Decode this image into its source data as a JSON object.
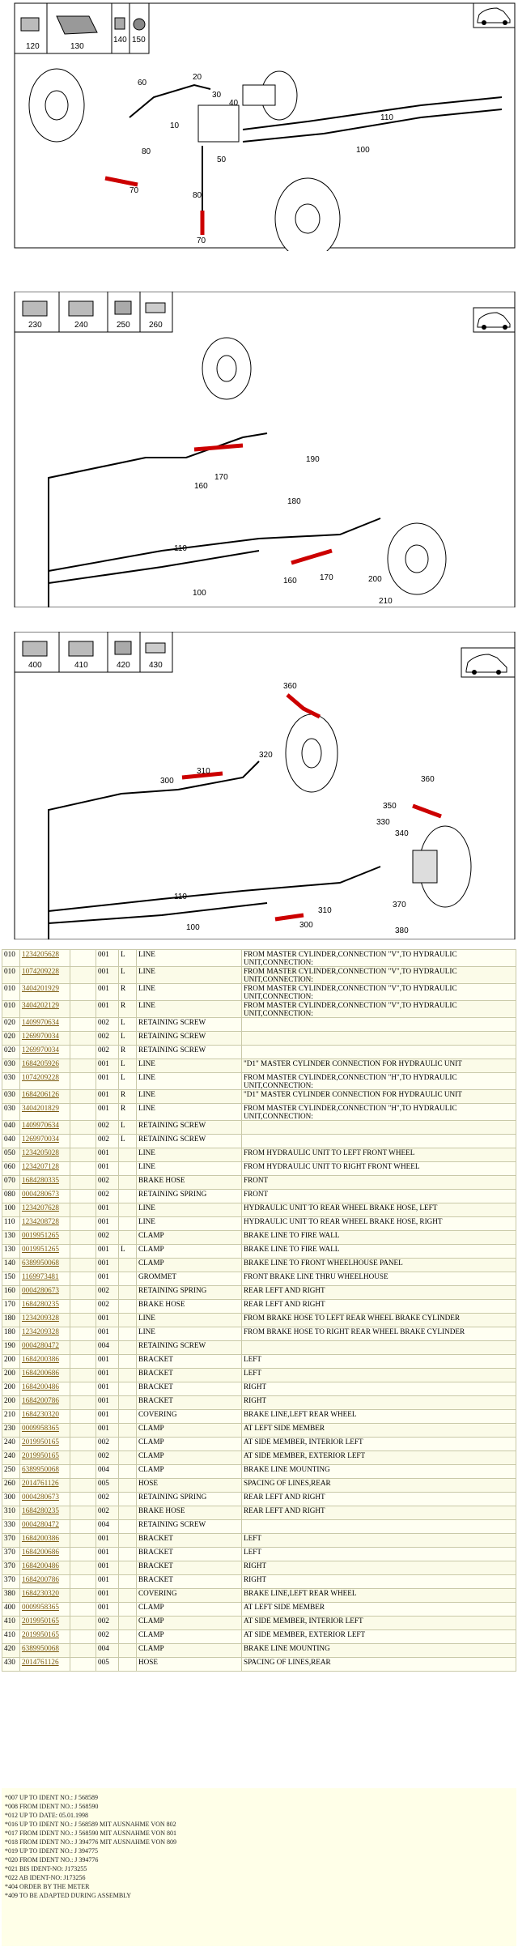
{
  "diagram1": {
    "thumbs": [
      "120",
      "130",
      "140",
      "150"
    ],
    "callouts": [
      "60",
      "20",
      "30",
      "40",
      "10",
      "80",
      "70",
      "50",
      "110",
      "100",
      "80",
      "70"
    ]
  },
  "diagram2": {
    "thumbs": [
      "230",
      "240",
      "250",
      "260"
    ],
    "callouts": [
      "190",
      "170",
      "160",
      "180",
      "110",
      "100",
      "160",
      "170",
      "200",
      "210"
    ]
  },
  "diagram3": {
    "thumbs": [
      "400",
      "410",
      "420",
      "430"
    ],
    "callouts": [
      "360",
      "310",
      "300",
      "320",
      "360",
      "350",
      "330",
      "340",
      "110",
      "100",
      "310",
      "300",
      "370",
      "380"
    ]
  },
  "parts": [
    [
      "010",
      "1234205628",
      "",
      "001",
      "L",
      "LINE",
      "FROM MASTER CYLINDER,CONNECTION \"V\",TO HYDRAULIC UNIT,CONNECTION:"
    ],
    [
      "010",
      "1074209228",
      "",
      "001",
      "L",
      "LINE",
      "FROM MASTER CYLINDER,CONNECTION \"V\",TO HYDRAULIC UNIT,CONNECTION:"
    ],
    [
      "010",
      "3404201929",
      "",
      "001",
      "R",
      "LINE",
      "FROM MASTER CYLINDER,CONNECTION \"V\",TO HYDRAULIC UNIT,CONNECTION:"
    ],
    [
      "010",
      "3404202129",
      "",
      "001",
      "R",
      "LINE",
      "FROM MASTER CYLINDER,CONNECTION \"V\",TO HYDRAULIC UNIT,CONNECTION:"
    ],
    [
      "020",
      "1409970634",
      "",
      "002",
      "L",
      "RETAINING SCREW",
      ""
    ],
    [
      "020",
      "1269970034",
      "",
      "002",
      "L",
      "RETAINING SCREW",
      ""
    ],
    [
      "020",
      "1269970034",
      "",
      "002",
      "R",
      "RETAINING SCREW",
      ""
    ],
    [
      "030",
      "1684205926",
      "",
      "001",
      "L",
      "LINE",
      "\"D1\" MASTER CYLINDER CONNECTION FOR HYDRAULIC UNIT"
    ],
    [
      "030",
      "1074209228",
      "",
      "001",
      "L",
      "LINE",
      "FROM MASTER CYLINDER,CONNECTION \"H\",TO HYDRAULIC UNIT,CONNECTION:"
    ],
    [
      "030",
      "1684206126",
      "",
      "001",
      "R",
      "LINE",
      "\"D1\" MASTER CYLINDER CONNECTION FOR HYDRAULIC UNIT"
    ],
    [
      "030",
      "3404201829",
      "",
      "001",
      "R",
      "LINE",
      "FROM MASTER CYLINDER,CONNECTION \"H\",TO HYDRAULIC UNIT,CONNECTION:"
    ],
    [
      "040",
      "1409970634",
      "",
      "002",
      "L",
      "RETAINING SCREW",
      ""
    ],
    [
      "040",
      "1269970034",
      "",
      "002",
      "L",
      "RETAINING SCREW",
      ""
    ],
    [
      "050",
      "1234205028",
      "",
      "001",
      "",
      "LINE",
      "FROM HYDRAULIC UNIT TO LEFT FRONT WHEEL"
    ],
    [
      "060",
      "1234207128",
      "",
      "001",
      "",
      "LINE",
      "FROM HYDRAULIC UNIT TO RIGHT FRONT WHEEL"
    ],
    [
      "070",
      "1684280335",
      "",
      "002",
      "",
      "BRAKE HOSE",
      "FRONT"
    ],
    [
      "080",
      "0004280673",
      "",
      "002",
      "",
      "RETAINING SPRING",
      "FRONT"
    ],
    [
      "100",
      "1234207628",
      "",
      "001",
      "",
      "LINE",
      "HYDRAULIC UNIT TO REAR WHEEL BRAKE HOSE, LEFT"
    ],
    [
      "110",
      "1234208728",
      "",
      "001",
      "",
      "LINE",
      "HYDRAULIC UNIT TO REAR WHEEL BRAKE HOSE, RIGHT"
    ],
    [
      "130",
      "0019951265",
      "",
      "002",
      "",
      "CLAMP",
      "BRAKE LINE TO FIRE WALL"
    ],
    [
      "130",
      "0019951265",
      "",
      "001",
      "L",
      "CLAMP",
      "BRAKE LINE TO FIRE WALL"
    ],
    [
      "140",
      "6389950068",
      "",
      "001",
      "",
      "CLAMP",
      "BRAKE LINE TO FRONT WHEELHOUSE PANEL"
    ],
    [
      "150",
      "1169973481",
      "",
      "001",
      "",
      "GROMMET",
      "FRONT BRAKE LINE THRU WHEELHOUSE"
    ],
    [
      "160",
      "0004280673",
      "",
      "002",
      "",
      "RETAINING SPRING",
      "REAR LEFT AND RIGHT"
    ],
    [
      "170",
      "1684280235",
      "",
      "002",
      "",
      "BRAKE HOSE",
      "REAR LEFT AND RIGHT"
    ],
    [
      "180",
      "1234209328",
      "",
      "001",
      "",
      "LINE",
      "FROM BRAKE HOSE TO LEFT REAR WHEEL BRAKE CYLINDER"
    ],
    [
      "180",
      "1234209328",
      "",
      "001",
      "",
      "LINE",
      "FROM BRAKE HOSE TO RIGHT REAR WHEEL BRAKE CYLINDER"
    ],
    [
      "190",
      "0004280472",
      "",
      "004",
      "",
      "RETAINING SCREW",
      ""
    ],
    [
      "200",
      "1684200386",
      "",
      "001",
      "",
      "BRACKET",
      "LEFT"
    ],
    [
      "200",
      "1684200686",
      "",
      "001",
      "",
      "BRACKET",
      "LEFT"
    ],
    [
      "200",
      "1684200486",
      "",
      "001",
      "",
      "BRACKET",
      "RIGHT"
    ],
    [
      "200",
      "1684200786",
      "",
      "001",
      "",
      "BRACKET",
      "RIGHT"
    ],
    [
      "210",
      "1684230320",
      "",
      "001",
      "",
      "COVERING",
      "BRAKE LINE,LEFT REAR WHEEL"
    ],
    [
      "230",
      "0009958365",
      "",
      "001",
      "",
      "CLAMP",
      "AT LEFT SIDE MEMBER"
    ],
    [
      "240",
      "2019950165",
      "",
      "002",
      "",
      "CLAMP",
      "AT SIDE MEMBER, INTERIOR LEFT"
    ],
    [
      "240",
      "2019950165",
      "",
      "002",
      "",
      "CLAMP",
      "AT SIDE MEMBER, EXTERIOR LEFT"
    ],
    [
      "250",
      "6389950068",
      "",
      "004",
      "",
      "CLAMP",
      "BRAKE LINE MOUNTING"
    ],
    [
      "260",
      "2014761126",
      "",
      "005",
      "",
      "HOSE",
      "SPACING OF LINES,REAR"
    ],
    [
      "300",
      "0004280673",
      "",
      "002",
      "",
      "RETAINING SPRING",
      "REAR LEFT AND RIGHT"
    ],
    [
      "310",
      "1684280235",
      "",
      "002",
      "",
      "BRAKE HOSE",
      "REAR LEFT AND RIGHT"
    ],
    [
      "330",
      "0004280472",
      "",
      "004",
      "",
      "RETAINING SCREW",
      ""
    ],
    [
      "370",
      "1684200386",
      "",
      "001",
      "",
      "BRACKET",
      "LEFT"
    ],
    [
      "370",
      "1684200686",
      "",
      "001",
      "",
      "BRACKET",
      "LEFT"
    ],
    [
      "370",
      "1684200486",
      "",
      "001",
      "",
      "BRACKET",
      "RIGHT"
    ],
    [
      "370",
      "1684200786",
      "",
      "001",
      "",
      "BRACKET",
      "RIGHT"
    ],
    [
      "380",
      "1684230320",
      "",
      "001",
      "",
      "COVERING",
      "BRAKE LINE,LEFT REAR WHEEL"
    ],
    [
      "400",
      "0009958365",
      "",
      "001",
      "",
      "CLAMP",
      "AT LEFT SIDE MEMBER"
    ],
    [
      "410",
      "2019950165",
      "",
      "002",
      "",
      "CLAMP",
      "AT SIDE MEMBER, INTERIOR LEFT"
    ],
    [
      "410",
      "2019950165",
      "",
      "002",
      "",
      "CLAMP",
      "AT SIDE MEMBER, EXTERIOR LEFT"
    ],
    [
      "420",
      "6389950068",
      "",
      "004",
      "",
      "CLAMP",
      "BRAKE LINE MOUNTING"
    ],
    [
      "430",
      "2014761126",
      "",
      "005",
      "",
      "HOSE",
      "SPACING OF LINES,REAR"
    ]
  ],
  "notes": [
    "*007 UP TO IDENT NO.: J 568589",
    "*008 FROM IDENT NO.: J 568590",
    "*012 UP TO DATE: 05.01.1998",
    "*016 UP TO IDENT NO.: J 568589 MIT AUSNAHME VON 802",
    "*017 FROM IDENT NO.: J 568590 MIT AUSNAHME VON 801",
    "*018 FROM IDENT NO.: J 394776 MIT AUSNAHME VON 809",
    "*019 UP TO IDENT NO.: J 394775",
    "*020 FROM IDENT NO.: J 394776",
    "*021 BIS IDENT-NO: J173255",
    "*022 AB IDENT-NO: J173256",
    "*404 ORDER BY THE METER",
    "*409 TO BE ADAPTED DURING ASSEMBLY"
  ]
}
